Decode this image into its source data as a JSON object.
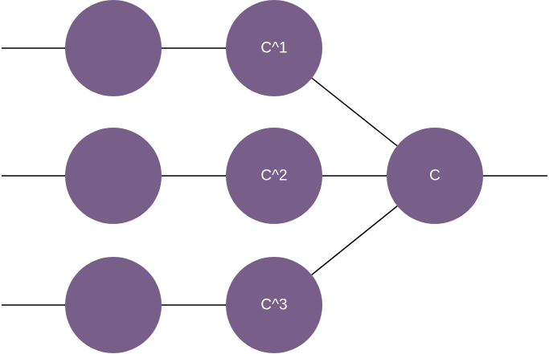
{
  "colors": {
    "node_fill": "#775f8a",
    "edge": "#000000",
    "label": "#ffffff",
    "background": "#ffffff"
  },
  "nodes": [
    {
      "id": "in1",
      "label": ""
    },
    {
      "id": "in2",
      "label": ""
    },
    {
      "id": "in3",
      "label": ""
    },
    {
      "id": "c1",
      "label": "C^1"
    },
    {
      "id": "c2",
      "label": "C^2"
    },
    {
      "id": "c3",
      "label": "C^3"
    },
    {
      "id": "c",
      "label": "C"
    }
  ],
  "edges": [
    {
      "from": "left-edge-1",
      "to": "in1"
    },
    {
      "from": "left-edge-2",
      "to": "in2"
    },
    {
      "from": "left-edge-3",
      "to": "in3"
    },
    {
      "from": "in1",
      "to": "c1"
    },
    {
      "from": "in2",
      "to": "c2"
    },
    {
      "from": "in3",
      "to": "c3"
    },
    {
      "from": "c1",
      "to": "c"
    },
    {
      "from": "c2",
      "to": "c"
    },
    {
      "from": "c3",
      "to": "c"
    },
    {
      "from": "c",
      "to": "right-edge"
    }
  ]
}
